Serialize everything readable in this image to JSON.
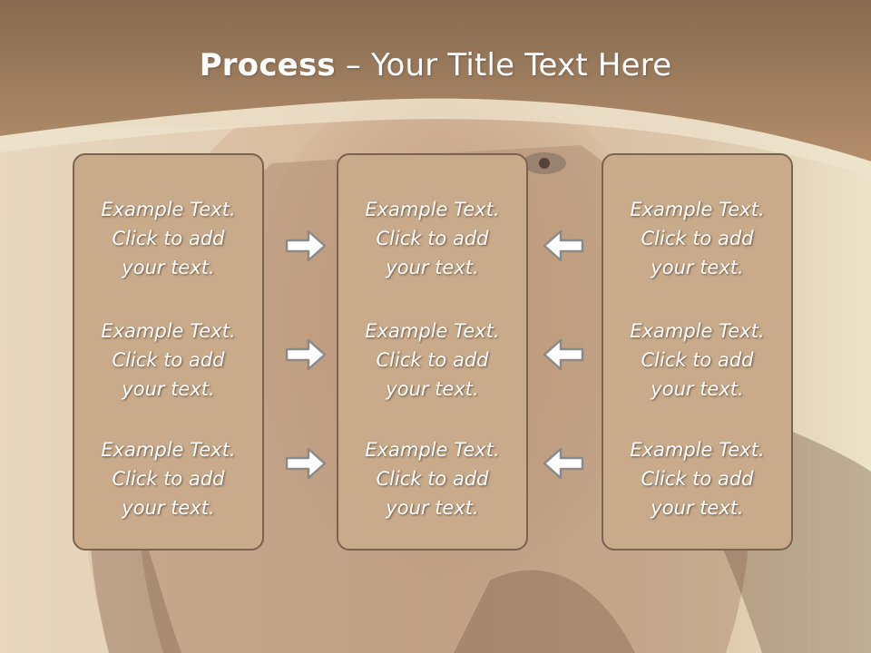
{
  "slide": {
    "title_bold": "Process",
    "title_rest": " – Your Title Text Here"
  },
  "columns": [
    {
      "items": [
        "Example Text.\nClick  to add\nyour text.",
        "Example Text.\nClick  to add\nyour text.",
        "Example Text.\nClick  to add\nyour text."
      ]
    },
    {
      "items": [
        "Example Text.\nClick  to add\nyour text.",
        "Example Text.\nClick  to add\nyour text.",
        "Example Text.\nClick  to add\nyour text."
      ]
    },
    {
      "items": [
        "Example Text.\nClick  to add\nyour text.",
        "Example Text.\nClick  to add\nyour text.",
        "Example Text.\nClick  to add\nyour text."
      ]
    }
  ],
  "arrows": {
    "left_group": {
      "direction": "right",
      "icon": "right-arrow-icon"
    },
    "right_group": {
      "direction": "left",
      "icon": "left-arrow-icon"
    }
  },
  "colors": {
    "header": "#a27e5e",
    "box_fill": "#c9ab8c",
    "box_border": "#7a6450",
    "text": "#ffffff"
  }
}
